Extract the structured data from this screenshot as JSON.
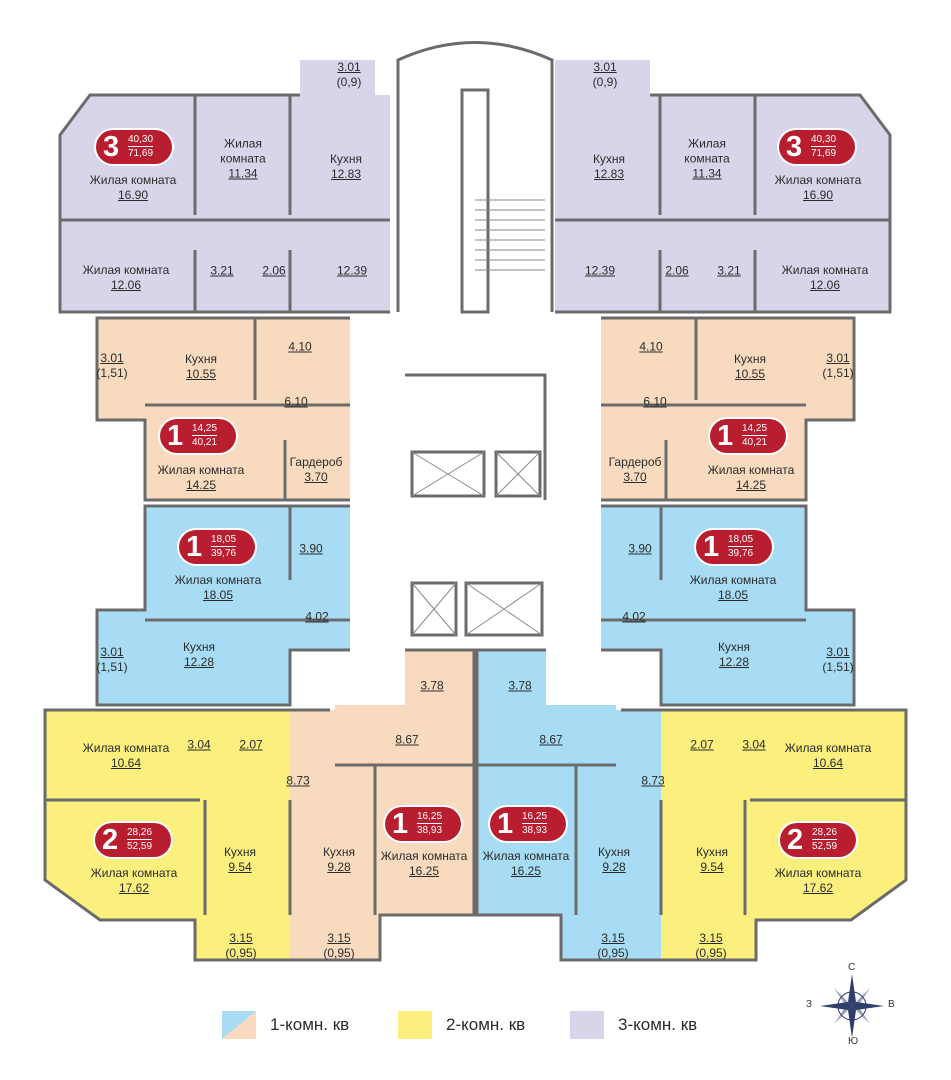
{
  "colors": {
    "one_room_a": "#f8dbbf",
    "one_room_b": "#a7dcf4",
    "two_room": "#fbef7e",
    "three_room": "#d8d5ea",
    "wall": "#6b6b6b",
    "badge": "#b81e2f",
    "corridor": "#ffffff"
  },
  "badges": [
    {
      "num": "3",
      "living": "40,30",
      "total": "71,69"
    },
    {
      "num": "3",
      "living": "40,30",
      "total": "71,69"
    },
    {
      "num": "1",
      "living": "14,25",
      "total": "40,21"
    },
    {
      "num": "1",
      "living": "14,25",
      "total": "40,21"
    },
    {
      "num": "1",
      "living": "18,05",
      "total": "39,76"
    },
    {
      "num": "1",
      "living": "18,05",
      "total": "39,76"
    },
    {
      "num": "2",
      "living": "28,26",
      "total": "52,59"
    },
    {
      "num": "2",
      "living": "28,26",
      "total": "52,59"
    },
    {
      "num": "1",
      "living": "16,25",
      "total": "38,93"
    },
    {
      "num": "1",
      "living": "16,25",
      "total": "38,93"
    }
  ],
  "rooms": [
    {
      "label": "",
      "area": "3.01",
      "sub": "(0,9)"
    },
    {
      "label": "",
      "area": "3.01",
      "sub": "(0,9)"
    },
    {
      "label": "Жилая комната",
      "area": "16.90",
      "sub": ""
    },
    {
      "label": "Жилая\nкомната",
      "area": "11.34",
      "sub": ""
    },
    {
      "label": "Кухня",
      "area": "12.83",
      "sub": ""
    },
    {
      "label": "Кухня",
      "area": "12.83",
      "sub": ""
    },
    {
      "label": "Жилая\nкомната",
      "area": "11.34",
      "sub": ""
    },
    {
      "label": "Жилая комната",
      "area": "16.90",
      "sub": ""
    },
    {
      "label": "Жилая комната",
      "area": "12.06",
      "sub": ""
    },
    {
      "label": "",
      "area": "3.21",
      "sub": ""
    },
    {
      "label": "",
      "area": "2.06",
      "sub": ""
    },
    {
      "label": "",
      "area": "12.39",
      "sub": ""
    },
    {
      "label": "",
      "area": "12.39",
      "sub": ""
    },
    {
      "label": "",
      "area": "2.06",
      "sub": ""
    },
    {
      "label": "",
      "area": "3.21",
      "sub": ""
    },
    {
      "label": "Жилая комната",
      "area": "12.06",
      "sub": ""
    },
    {
      "label": "",
      "area": "3.01",
      "sub": "(1,51)"
    },
    {
      "label": "Кухня",
      "area": "10.55",
      "sub": ""
    },
    {
      "label": "",
      "area": "4.10",
      "sub": ""
    },
    {
      "label": "",
      "area": "6.10",
      "sub": ""
    },
    {
      "label": "",
      "area": "4.10",
      "sub": ""
    },
    {
      "label": "",
      "area": "6.10",
      "sub": ""
    },
    {
      "label": "Кухня",
      "area": "10.55",
      "sub": ""
    },
    {
      "label": "",
      "area": "3.01",
      "sub": "(1,51)"
    },
    {
      "label": "Жилая комната",
      "area": "14.25",
      "sub": ""
    },
    {
      "label": "Гардероб",
      "area": "3.70",
      "sub": ""
    },
    {
      "label": "Гардероб",
      "area": "3.70",
      "sub": ""
    },
    {
      "label": "Жилая комната",
      "area": "14.25",
      "sub": ""
    },
    {
      "label": "",
      "area": "3.90",
      "sub": ""
    },
    {
      "label": "Жилая комната",
      "area": "18.05",
      "sub": ""
    },
    {
      "label": "",
      "area": "4.02",
      "sub": ""
    },
    {
      "label": "",
      "area": "3.90",
      "sub": ""
    },
    {
      "label": "Жилая комната",
      "area": "18.05",
      "sub": ""
    },
    {
      "label": "",
      "area": "4.02",
      "sub": ""
    },
    {
      "label": "",
      "area": "3.01",
      "sub": "(1,51)"
    },
    {
      "label": "Кухня",
      "area": "12.28",
      "sub": ""
    },
    {
      "label": "Кухня",
      "area": "12.28",
      "sub": ""
    },
    {
      "label": "",
      "area": "3.01",
      "sub": "(1,51)"
    },
    {
      "label": "",
      "area": "3.78",
      "sub": ""
    },
    {
      "label": "",
      "area": "3.78",
      "sub": ""
    },
    {
      "label": "Жилая комната",
      "area": "10.64",
      "sub": ""
    },
    {
      "label": "",
      "area": "3.04",
      "sub": ""
    },
    {
      "label": "",
      "area": "2.07",
      "sub": ""
    },
    {
      "label": "",
      "area": "8.73",
      "sub": ""
    },
    {
      "label": "",
      "area": "8.67",
      "sub": ""
    },
    {
      "label": "",
      "area": "8.67",
      "sub": ""
    },
    {
      "label": "",
      "area": "8.73",
      "sub": ""
    },
    {
      "label": "",
      "area": "2.07",
      "sub": ""
    },
    {
      "label": "",
      "area": "3.04",
      "sub": ""
    },
    {
      "label": "Жилая комната",
      "area": "10.64",
      "sub": ""
    },
    {
      "label": "Жилая комната",
      "area": "17.62",
      "sub": ""
    },
    {
      "label": "Кухня",
      "area": "9.54",
      "sub": ""
    },
    {
      "label": "Кухня",
      "area": "9.28",
      "sub": ""
    },
    {
      "label": "Жилая комната",
      "area": "16.25",
      "sub": ""
    },
    {
      "label": "Жилая комната",
      "area": "16.25",
      "sub": ""
    },
    {
      "label": "Кухня",
      "area": "9.28",
      "sub": ""
    },
    {
      "label": "Кухня",
      "area": "9.54",
      "sub": ""
    },
    {
      "label": "Жилая комната",
      "area": "17.62",
      "sub": ""
    },
    {
      "label": "",
      "area": "3.15",
      "sub": "(0,95)"
    },
    {
      "label": "",
      "area": "3.15",
      "sub": "(0,95)"
    },
    {
      "label": "",
      "area": "3.15",
      "sub": "(0,95)"
    },
    {
      "label": "",
      "area": "3.15",
      "sub": "(0,95)"
    }
  ],
  "legend": [
    {
      "label": "1-комн. кв",
      "icon": "split-diagonal-swatch"
    },
    {
      "label": "2-комн. кв",
      "icon": "yellow-swatch"
    },
    {
      "label": "3-комн. кв",
      "icon": "lavender-swatch"
    }
  ],
  "compass": {
    "north": "С",
    "south": "Ю",
    "west": "З",
    "east": "В",
    "icon": "compass-rose-icon"
  }
}
